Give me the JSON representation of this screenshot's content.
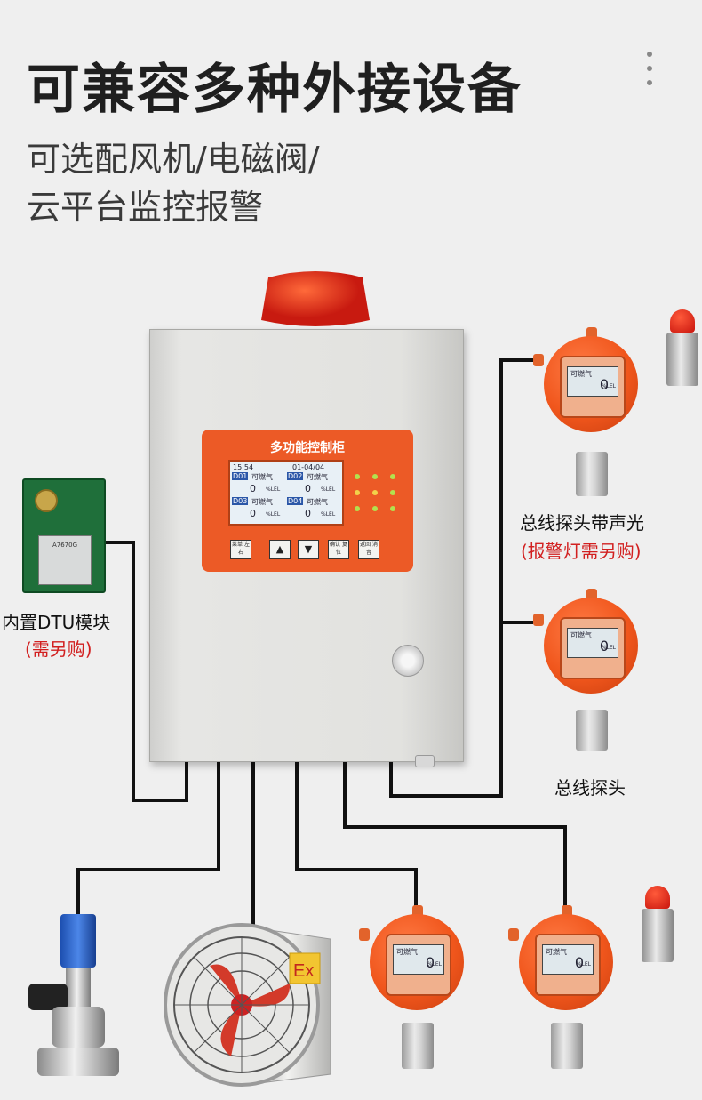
{
  "header": {
    "title": "可兼容多种外接设备",
    "subtitle_line1": "可选配风机/电磁阀/",
    "subtitle_line2": "云平台监控报警"
  },
  "cabinet": {
    "panel_title": "多功能控制柜",
    "lcd": {
      "time": "15:54",
      "date": "01-04/04",
      "channels": [
        {
          "id": "D01",
          "gas": "可燃气",
          "value": "0",
          "unit": "%LEL"
        },
        {
          "id": "D02",
          "gas": "可燃气",
          "value": "0",
          "unit": "%LEL"
        },
        {
          "id": "D03",
          "gas": "可燃气",
          "value": "0",
          "unit": "%LEL"
        },
        {
          "id": "D04",
          "gas": "可燃气",
          "value": "0",
          "unit": "%LEL"
        }
      ]
    },
    "buttons": [
      "菜单 左右",
      "▲",
      "▼",
      "确认 复位",
      "返回 消音"
    ]
  },
  "dtu": {
    "label": "内置DTU模块",
    "note": "(需另购)",
    "chip_text": "A7670G"
  },
  "detectors": {
    "top_label": "总线探头带声光",
    "top_note": "(报警灯需另购)",
    "mid_label": "总线探头",
    "screen_gas": "可燃气",
    "screen_value": "0",
    "screen_unit": "%LEL"
  },
  "fan": {
    "badge": "Ex"
  },
  "colors": {
    "accent_orange": "#ec5a26",
    "note_red": "#d22020",
    "cable": "#111111"
  }
}
